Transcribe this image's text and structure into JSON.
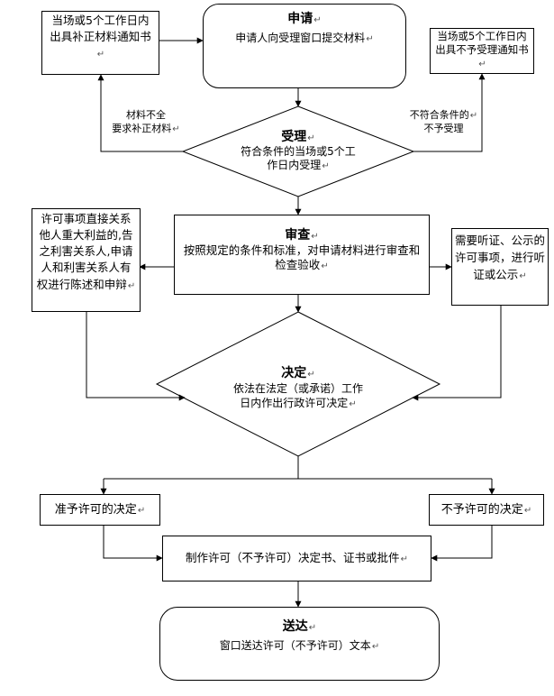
{
  "nodes": {
    "apply": {
      "title": "申请",
      "text": "申请人向受理窗口提交材料"
    },
    "left_notice": {
      "text": "当场或5个工作日内出具补正材料通知书"
    },
    "right_notice": {
      "text": "当场或5个工作日内出具不予受理通知书"
    },
    "accept": {
      "title": "受理",
      "text": "符合条件的当场或5个工作日内受理"
    },
    "review": {
      "title": "审查",
      "text": "按照规定的条件和标准，对申请材料进行审查和检查验收"
    },
    "left_review": {
      "text": "许可事项直接关系他人重大利益的,告之利害关系人,申请人和利害关系人有权进行陈述和申辩"
    },
    "right_review": {
      "text": "需要听证、公示的许可事项，进行听证或公示"
    },
    "decide": {
      "title": "决定",
      "text": "依法在法定（或承诺）工作日内作出行政许可决定"
    },
    "grant": {
      "text": "准予许可的决定"
    },
    "deny": {
      "text": "不予许可的决定"
    },
    "make": {
      "text": "制作许可（不予许可）决定书、证书或批件"
    },
    "deliver": {
      "title": "送达",
      "text": "窗口送达许可（不予许可）文本"
    }
  },
  "edge_labels": {
    "incomplete": [
      "材料不全",
      "要求补正材料"
    ],
    "not_eligible": [
      "不符合条件的",
      "不予受理"
    ]
  },
  "paragraph_mark": "↵"
}
